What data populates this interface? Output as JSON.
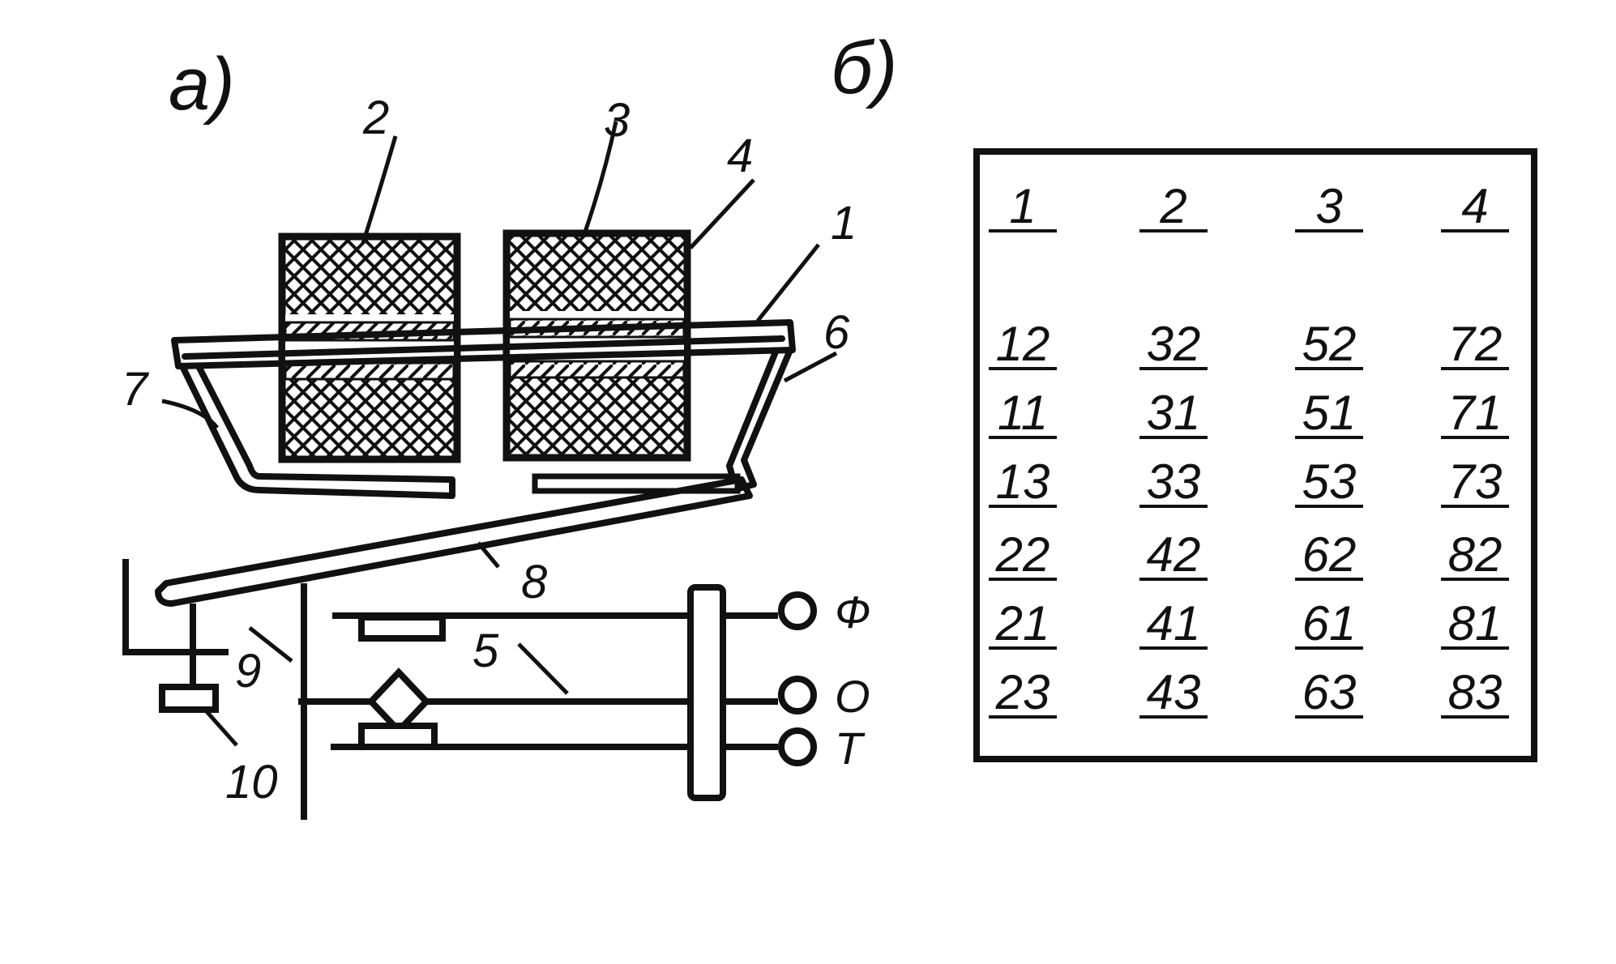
{
  "panel_a": {
    "title": "а)",
    "callouts": {
      "p1": "1",
      "p2": "2",
      "p3": "3",
      "p4": "4",
      "p5": "5",
      "p6": "6",
      "p7": "7",
      "p8": "8",
      "p9": "9",
      "p10": "10"
    },
    "terminals": [
      "Ф",
      "О",
      "Т"
    ]
  },
  "panel_b": {
    "title": "б)",
    "table": {
      "header": [
        "1",
        "2",
        "3",
        "4"
      ],
      "rows": [
        [
          "12",
          "32",
          "52",
          "72"
        ],
        [
          "11",
          "31",
          "51",
          "71"
        ],
        [
          "13",
          "33",
          "53",
          "73"
        ],
        [
          "22",
          "42",
          "62",
          "82"
        ],
        [
          "21",
          "41",
          "61",
          "81"
        ],
        [
          "23",
          "43",
          "63",
          "83"
        ]
      ]
    }
  }
}
